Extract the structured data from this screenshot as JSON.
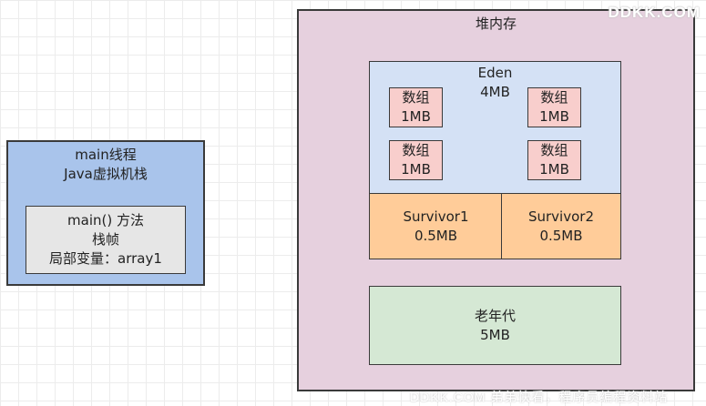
{
  "colors": {
    "stack_fill": "#a9c4eb",
    "frame_fill": "#e6e6e6",
    "heap_fill": "#e6d0de",
    "eden_fill": "#d4e1f5",
    "array_fill": "#f8cecc",
    "survivor_fill": "#ffcc99",
    "old_fill": "#d5e8d4",
    "border": "#3a3a3a"
  },
  "stack": {
    "line1": "main线程",
    "line2": "Java虚拟机栈"
  },
  "frame": {
    "line1": "main() 方法",
    "line2": "栈帧",
    "line3": "局部变量：array1"
  },
  "heap": {
    "title": "堆内存"
  },
  "eden": {
    "name": "Eden",
    "size": "4MB",
    "arrays": [
      {
        "label": "数组",
        "size": "1MB"
      },
      {
        "label": "数组",
        "size": "1MB"
      },
      {
        "label": "数组",
        "size": "1MB"
      },
      {
        "label": "数组",
        "size": "1MB"
      }
    ]
  },
  "survivor1": {
    "name": "Survivor1",
    "size": "0.5MB"
  },
  "survivor2": {
    "name": "Survivor2",
    "size": "0.5MB"
  },
  "old_gen": {
    "name": "老年代",
    "size": "5MB"
  },
  "watermark": "DDKK.COM",
  "footer_watermark": "DDKK.COM 弟弟快看，程序员编程资料站"
}
